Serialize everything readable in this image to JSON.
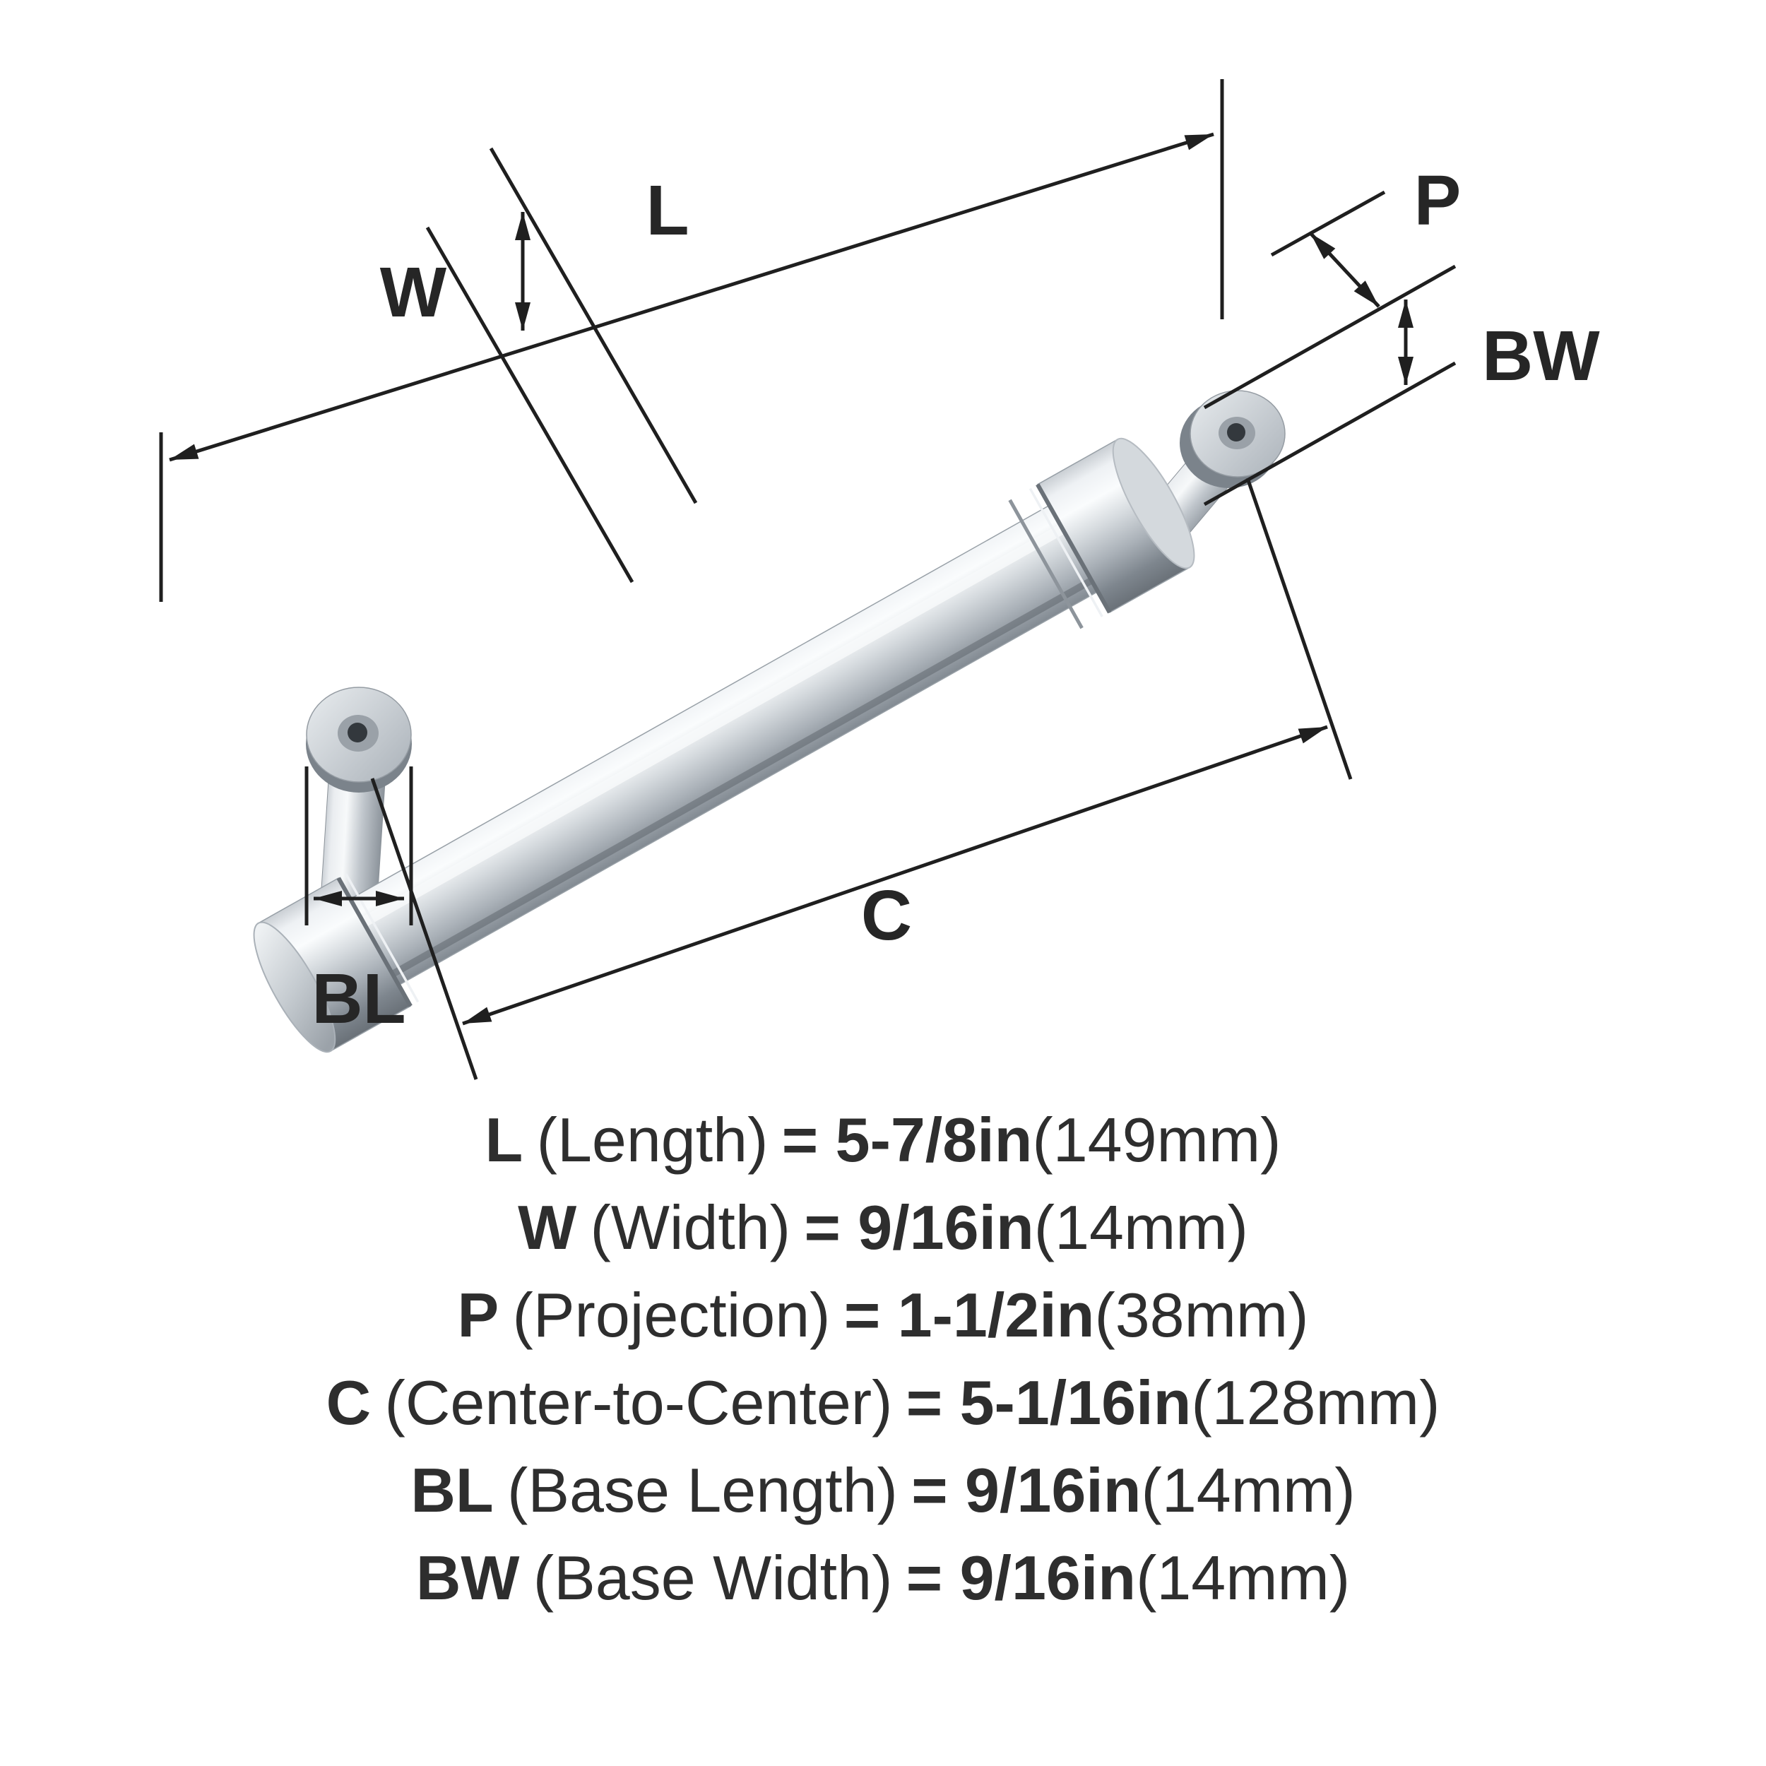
{
  "diagram": {
    "labels": {
      "W": "W",
      "L": "L",
      "P": "P",
      "BW": "BW",
      "C": "C",
      "BL": "BL"
    }
  },
  "specs": [
    {
      "letter": "L",
      "name": "(Length)",
      "value": "= 5-7/8in",
      "metric": "(149mm)"
    },
    {
      "letter": "W",
      "name": "(Width)",
      "value": "= 9/16in",
      "metric": "(14mm)"
    },
    {
      "letter": "P",
      "name": "(Projection)",
      "value": "= 1-1/2in",
      "metric": "(38mm)"
    },
    {
      "letter": "C",
      "name": "(Center-to-Center)",
      "value": "= 5-1/16in",
      "metric": "(128mm)"
    },
    {
      "letter": "BL",
      "name": "(Base Length)",
      "value": "= 9/16in",
      "metric": "(14mm)"
    },
    {
      "letter": "BW",
      "name": "(Base Width)",
      "value": "= 9/16in",
      "metric": "(14mm)"
    }
  ],
  "colors": {
    "line": "#1f1f1f",
    "text": "#262626",
    "metal_light": "#fafcfd",
    "metal_dark": "#697077"
  }
}
